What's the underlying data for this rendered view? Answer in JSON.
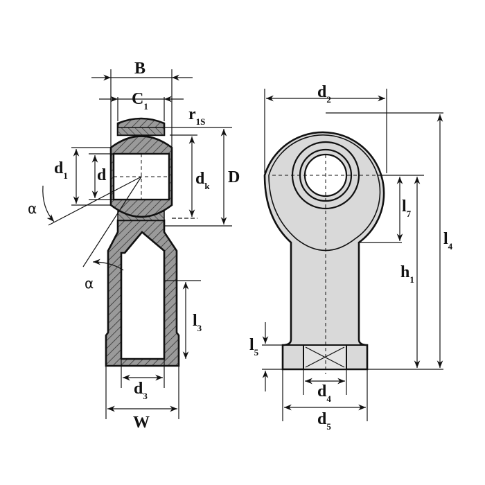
{
  "labels": {
    "B": "B",
    "C": "C",
    "C_sub": "1",
    "r": "r",
    "r_sub": "1S",
    "d1": "d",
    "d1_sub": "1",
    "d": "d",
    "dk": "d",
    "dk_sub": "k",
    "D": "D",
    "alpha_top": "α",
    "alpha_bottom": "α",
    "l3": "l",
    "l3_sub": "3",
    "d3": "d",
    "d3_sub": "3",
    "W": "W",
    "d2": "d",
    "d2_sub": "2",
    "l7": "l",
    "l7_sub": "7",
    "h1": "h",
    "h1_sub": "1",
    "l4": "l",
    "l4_sub": "4",
    "l5": "l",
    "l5_sub": "5",
    "d4": "d",
    "d4_sub": "4",
    "d5": "d",
    "d5_sub": "5"
  },
  "colors": {
    "hatch_fill": "#9a9a9a",
    "body_fill": "#d9d9d9",
    "line": "#111111"
  }
}
